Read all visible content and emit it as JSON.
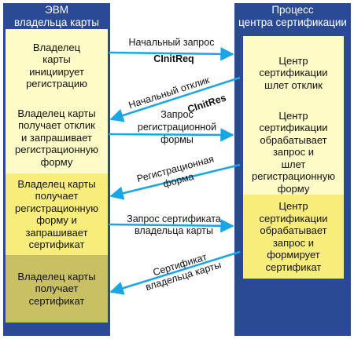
{
  "left_panel": {
    "header": "ЭВМ\nвладельца карты",
    "steps": [
      "Владелец\nкарты\nинициирует\nрегистрацию",
      "Владелец карты\nполучает отклик\nи запрашивает\nрегистрационную\nформу",
      "Владелец карты\nполучает\nрегистрационную\nформу и\nзапрашивает\nсертификат",
      "Владелец карты\nполучает\nсертификат"
    ]
  },
  "right_panel": {
    "header": "Процесс\nцентра сертификации",
    "steps": [
      "Центр\nсертификации\nшлет отклик",
      "Центр\nсертификации\nобрабатывает\nзапрос и\nшлет\nрегистрационную\nформу",
      "Центр\nсертификации\nобрабатывает\nзапрос и\nформирует\nсертификат"
    ]
  },
  "messages": [
    {
      "label": "Начальный запрос",
      "code": "CInitReq"
    },
    {
      "label": "Начальный отклик",
      "code": "CInitRes"
    },
    {
      "label": "Запрос\nрегистрационной\nформы"
    },
    {
      "label": "Регистрационная\nформа"
    },
    {
      "label": "Запрос сертификата\nвладельца карты"
    },
    {
      "label": "Сертификат\nвладельца карты"
    }
  ],
  "colors": {
    "panel": "#2b4a94",
    "step_light": "#fdfbc6",
    "step_medium": "#f8ed7a",
    "step_dark": "#c8c063",
    "arrow": "#1aa5e6"
  }
}
